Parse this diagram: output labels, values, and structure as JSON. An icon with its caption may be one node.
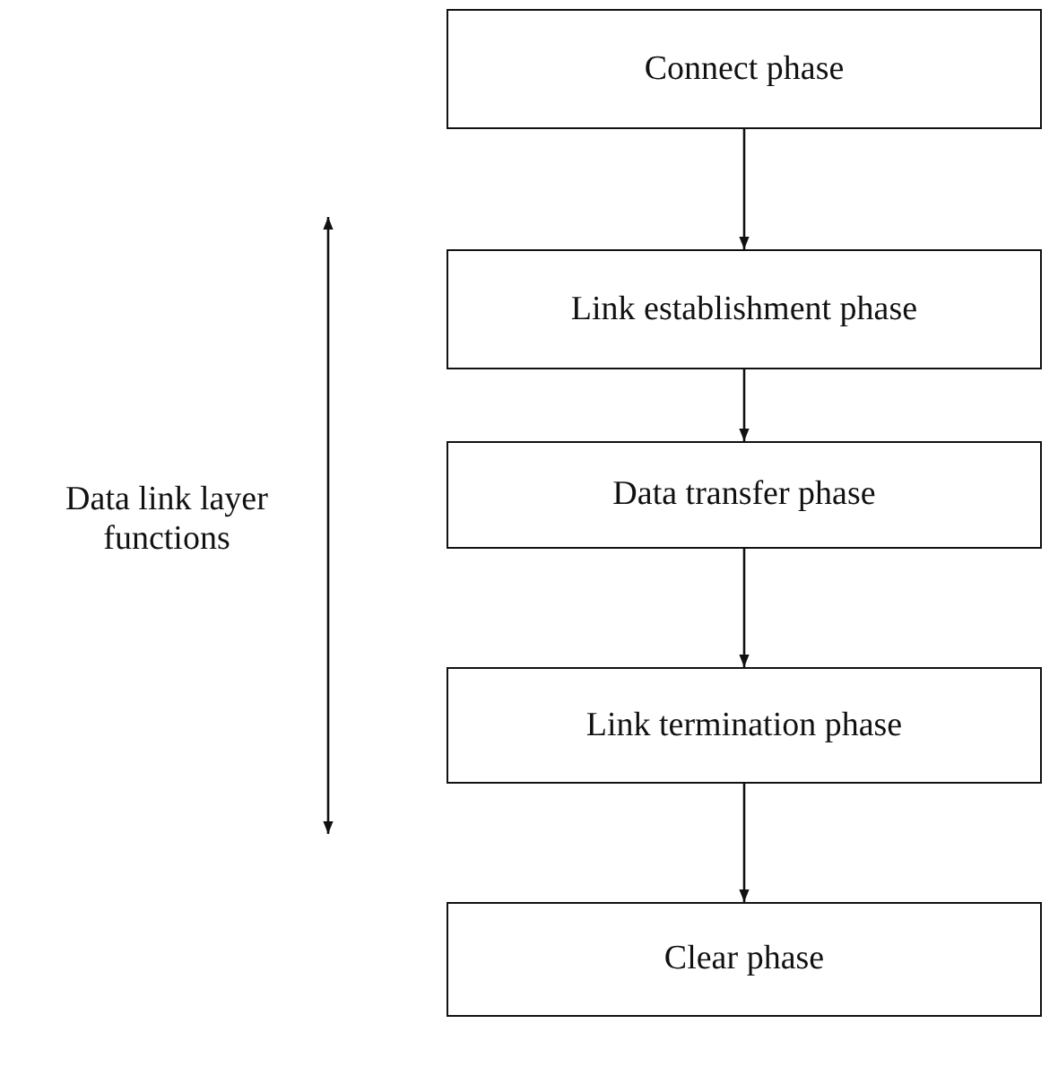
{
  "diagram": {
    "nodes": [
      {
        "text": [
          "Connect phase"
        ]
      },
      {
        "text": [
          "Link establishment phase"
        ]
      },
      {
        "text": [
          "Data transfer phase"
        ]
      },
      {
        "text": [
          "Link termination phase"
        ]
      },
      {
        "text": [
          "Clear phase"
        ]
      }
    ],
    "edges": [
      {
        "from": 0,
        "to": 1,
        "arrow": "to"
      },
      {
        "from": 1,
        "to": 2,
        "arrow": "to"
      },
      {
        "from": 2,
        "to": 3,
        "arrow": "to"
      },
      {
        "from": 3,
        "to": 4,
        "arrow": "to"
      }
    ],
    "labels": [
      "Data link layer functions"
    ]
  }
}
